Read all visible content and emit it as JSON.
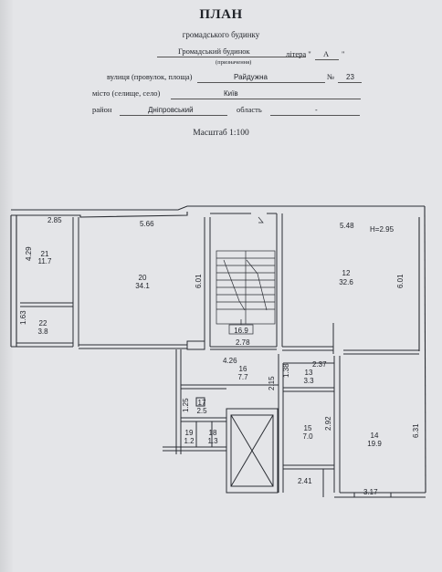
{
  "header": {
    "title": "ПЛАН",
    "subtitle": "громадського будинку",
    "purpose_value": "Громадський будинок",
    "purpose_note": "(призначення)",
    "litera_label": "літера \"",
    "litera_value": "А",
    "litera_close": "\"",
    "street_label": "вулиця (провулок, площа)",
    "street_value": "Райдужна",
    "number_label": "№",
    "number_value": "23",
    "city_label": "місто (селище, село)",
    "city_value": "Київ",
    "district_label": "район",
    "district_value": "Дніпровський",
    "region_label": "область",
    "region_value": "-",
    "scale": "Масштаб 1:100"
  },
  "rooms": [
    {
      "num": "21",
      "area": "11.7"
    },
    {
      "num": "22",
      "area": "3.8"
    },
    {
      "num": "20",
      "area": "34.1"
    },
    {
      "num": "I",
      "area": "16.9"
    },
    {
      "num": "12",
      "area": "32.6"
    },
    {
      "num": "16",
      "area": "7.7"
    },
    {
      "num": "13",
      "area": "3.3"
    },
    {
      "num": "17",
      "area": "2.5"
    },
    {
      "num": "19",
      "area": "1.2"
    },
    {
      "num": "18",
      "area": "1.3"
    },
    {
      "num": "15",
      "area": "7.0"
    },
    {
      "num": "14",
      "area": "19.9"
    }
  ],
  "dimensions": {
    "d285": "2.85",
    "d566": "5.66",
    "d548": "5.48",
    "height": "H=2.95",
    "d429": "4.29",
    "d163": "1.63",
    "d601a": "6.01",
    "d601b": "6.01",
    "d278": "2.78",
    "d426": "4.26",
    "d138": "1.38",
    "d237": "2.37",
    "d215": "2.15",
    "d125": "1.25",
    "d292": "2.92",
    "d631": "6.31",
    "d241": "2.41",
    "d317": "3.17"
  }
}
